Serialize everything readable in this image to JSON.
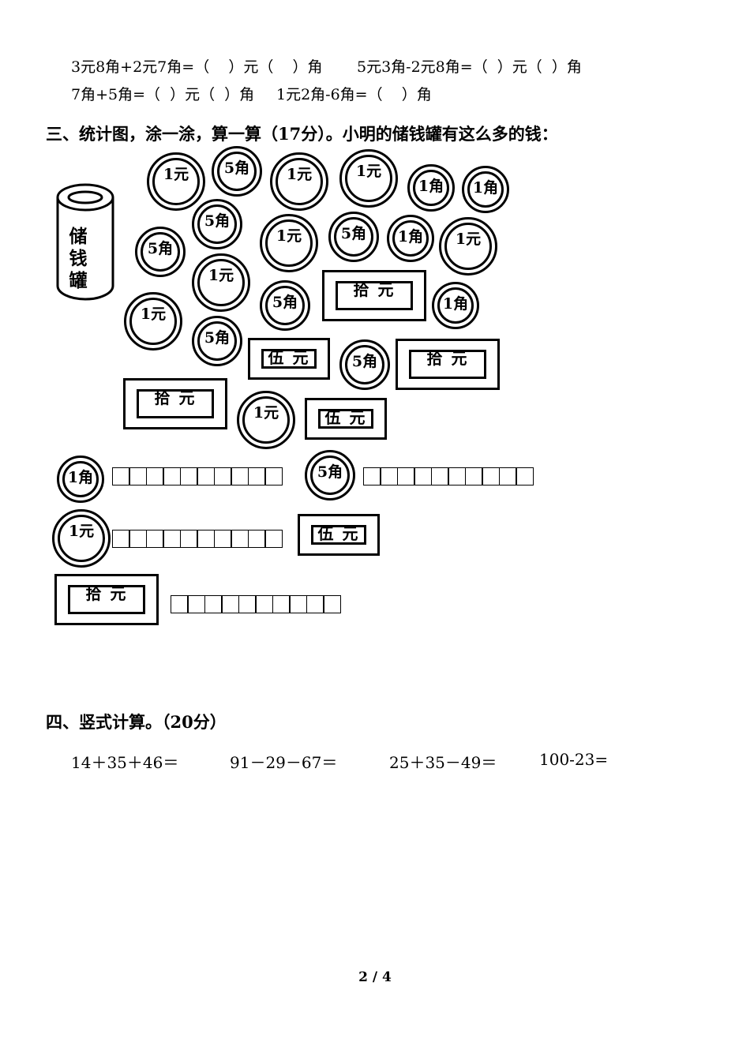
{
  "exercises": {
    "line1": {
      "left": "3元8角+2元7角=（    ）元（    ）角",
      "right": "5元3角-2元8角=（  ）元（  ）角"
    },
    "line2": {
      "left": "7角+5角=（  ）元（  ）角",
      "right": "1元2角-6角=（    ）角"
    }
  },
  "section3": {
    "heading": "三、统计图，涂一涂，算一算（17分）。小明的储钱罐有这么多的钱：",
    "jar_label": [
      "储",
      "钱",
      "罐"
    ],
    "money_items": [
      "1元",
      "5角",
      "1元",
      "1元",
      "1角",
      "1角",
      "5角",
      "5角",
      "1元",
      "5角",
      "1角",
      "1元",
      "1元",
      "5角",
      "拾 元",
      "1角",
      "1元",
      "5角",
      "伍 元",
      "5角",
      "拾 元",
      "拾 元",
      "1元",
      "伍 元"
    ],
    "chart_rows": [
      {
        "label": "1角",
        "cells": 10
      },
      {
        "label": "5角",
        "cells": 10
      },
      {
        "label": "1元",
        "cells": 10
      },
      {
        "label": "伍 元",
        "cells": 0
      },
      {
        "label": "拾 元",
        "cells": 10
      }
    ]
  },
  "section4": {
    "heading": "四、竖式计算。（20分）",
    "problems": [
      "14＋35＋46＝",
      "91－29－67＝",
      "25＋35－49＝",
      "100-23="
    ]
  },
  "footer": {
    "page": "2 / 4"
  }
}
